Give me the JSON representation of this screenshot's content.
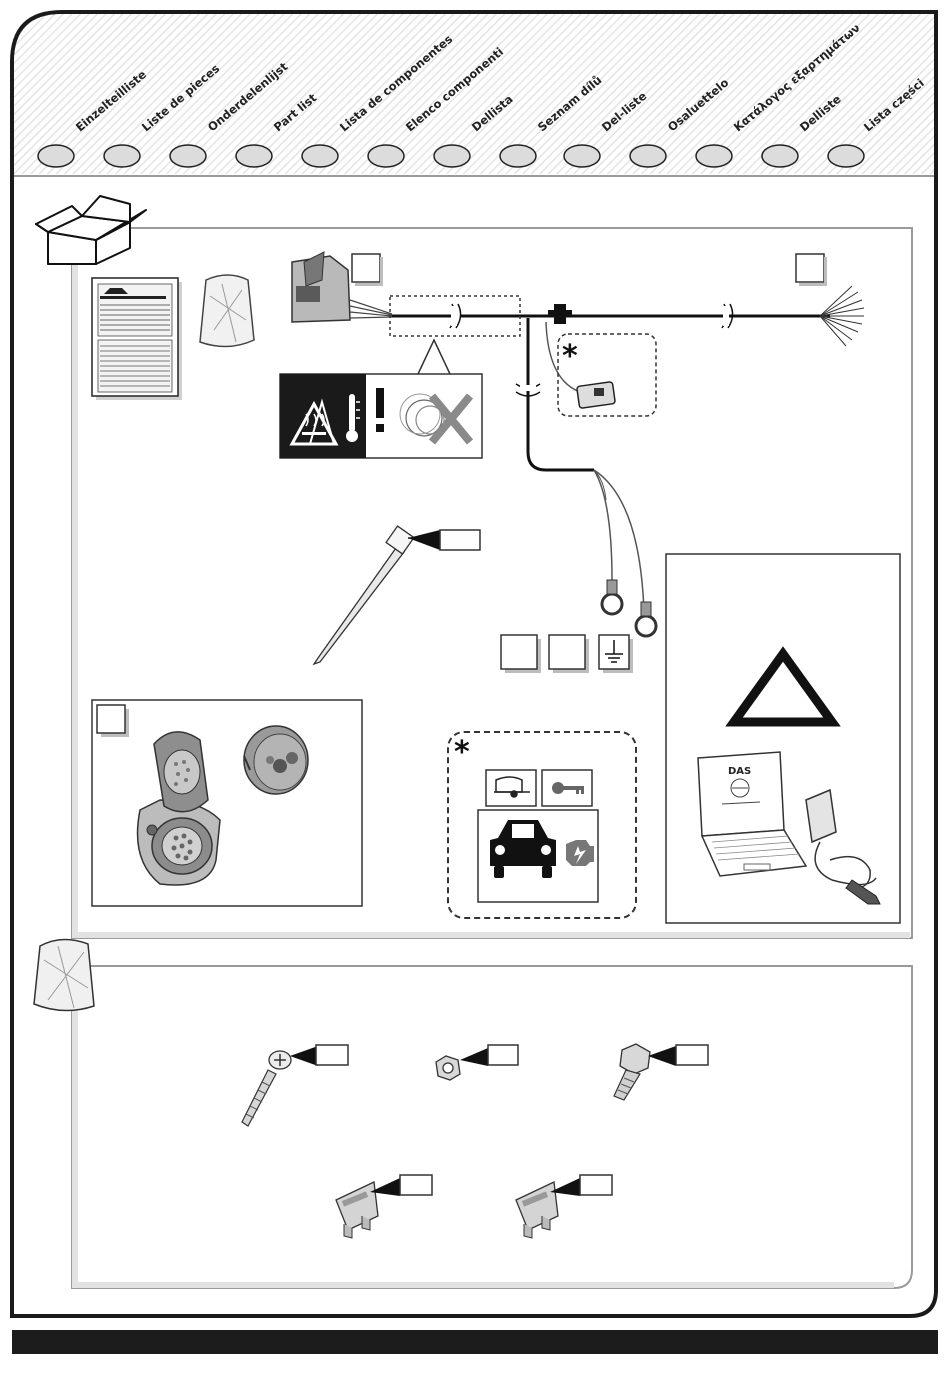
{
  "header": {
    "languages": [
      "Einzelteilliste",
      "Liste de pieces",
      "Onderdelenlijst",
      "Part list",
      "Lista de componentes",
      "Elenco componenti",
      "Dellista",
      "Seznam dílů",
      "Del-liste",
      "Osaluettelo",
      "Κατάλογος εξαρτημάτων",
      "Delliste",
      "Lista części"
    ]
  },
  "kit_box": {
    "optional_marker": "*",
    "laptop_screen_text": "DAS"
  },
  "icons": {
    "warning_hot": "hot-surface-warning-icon",
    "thermometer": "thermometer-icon",
    "exclamation": "exclamation-icon",
    "ground": "ground-symbol-icon",
    "warning_triangle": "warning-triangle-icon",
    "car": "car-icon",
    "engine": "engine-icon",
    "key": "key-icon",
    "trailer": "trailer-icon"
  },
  "colors": {
    "frame": "#1a1a1a",
    "panel_border": "#9a9a9a",
    "shadow": "#bdbdbd",
    "bottom_bar": "#1c1c1c"
  }
}
